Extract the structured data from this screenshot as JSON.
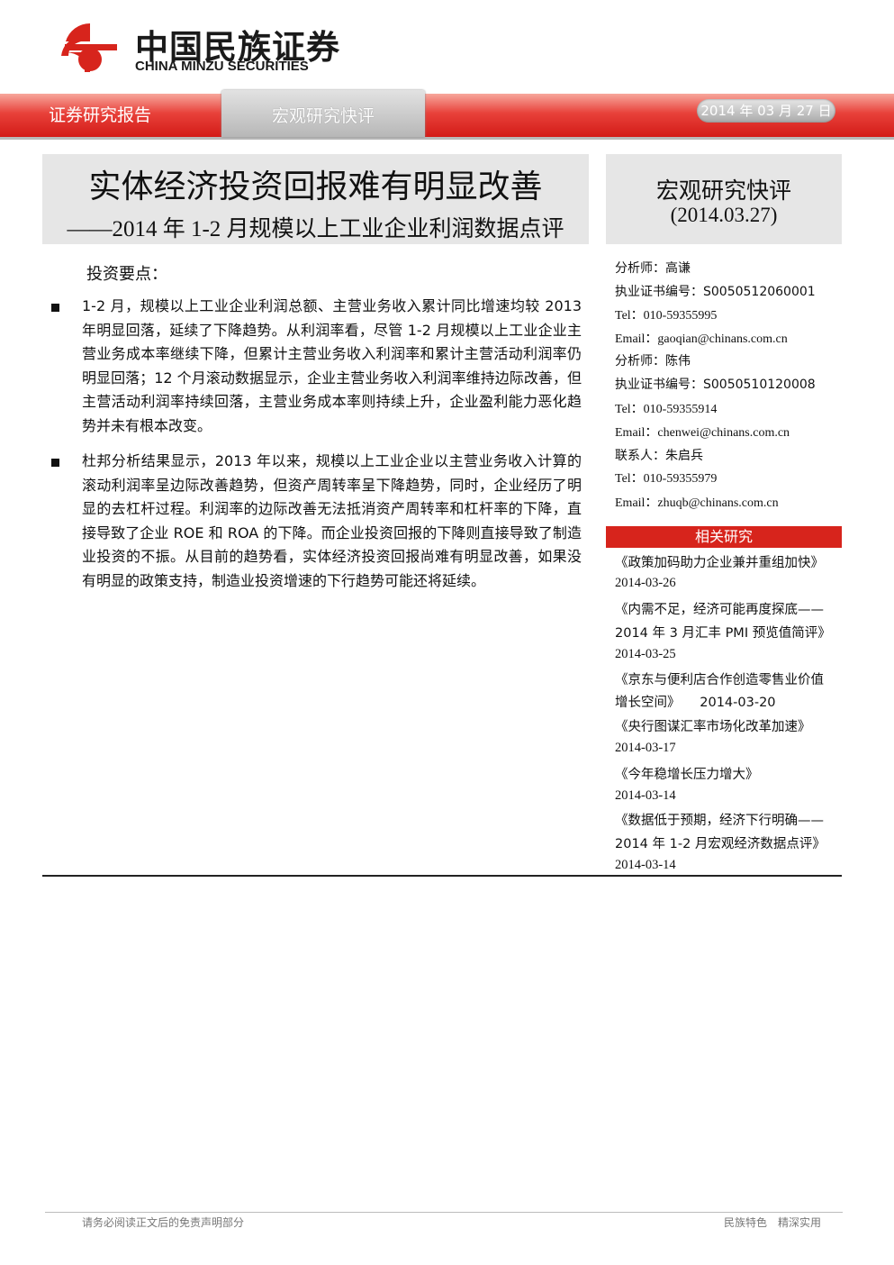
{
  "header": {
    "logo_cn": "中国民族证券",
    "logo_en": "CHINA MINZU SECURITIES",
    "tab_report": "证券研究报告",
    "tab_type": "宏观研究快评",
    "date": "2014 年 03 月 27 日",
    "colors": {
      "brand_red": "#d31b17",
      "tab_gray": "#bdbdbd"
    }
  },
  "title": {
    "main": "实体经济投资回报难有明显改善",
    "sub": "——2014 年 1-2 月规模以上工业企业利润数据点评"
  },
  "side_title": {
    "type": "宏观研究快评",
    "date": "(2014.03.27)"
  },
  "body": {
    "heading": "投资要点：",
    "paragraphs": [
      "1-2 月，规模以上工业企业利润总额、主营业务收入累计同比增速均较 2013 年明显回落，延续了下降趋势。从利润率看，尽管 1-2 月规模以上工业企业主营业务成本率继续下降，但累计主营业务收入利润率和累计主营活动利润率仍明显回落；12 个月滚动数据显示，企业主营业务收入利润率维持边际改善，但主营活动利润率持续回落，主营业务成本率则持续上升，企业盈利能力恶化趋势并未有根本改变。",
      "杜邦分析结果显示，2013 年以来，规模以上工业企业以主营业务收入计算的滚动利润率呈边际改善趋势，但资产周转率呈下降趋势，同时，企业经历了明显的去杠杆过程。利润率的边际改善无法抵消资产周转率和杠杆率的下降，直接导致了企业 ROE 和 ROA 的下降。而企业投资回报的下降则直接导致了制造业投资的不振。从目前的趋势看，实体经济投资回报尚难有明显改善，如果没有明显的政策支持，制造业投资增速的下行趋势可能还将延续。"
    ]
  },
  "analysts": [
    "分析师：高谦",
    "执业证书编号：S0050512060001",
    "Tel：010-59355995",
    "Email：gaoqian@chinans.com.cn",
    "分析师：陈伟",
    "执业证书编号：S0050510120008",
    "Tel：010-59355914",
    "Email：chenwei@chinans.com.cn",
    "联系人：朱启兵",
    "Tel：010-59355979",
    "Email：zhuqb@chinans.com.cn"
  ],
  "related": {
    "heading": "相关研究",
    "lines": [
      "《政策加码助力企业兼并重组加快》",
      "2014-03-26",
      "《内需不足，经济可能再度探底——",
      "2014 年 3 月汇丰 PMI 预览值简评》",
      "2014-03-25",
      "《京东与便利店合作创造零售业价值",
      "增长空间》　　2014-03-20",
      "《央行图谋汇率市场化改革加速》",
      "2014-03-17",
      "《今年稳增长压力增大》",
      "2014-03-14",
      "《数据低于预期，经济下行明确——",
      "2014 年 1-2 月宏观经济数据点评》",
      "2014-03-14"
    ]
  },
  "footer": {
    "left": "请务必阅读正文后的免责声明部分",
    "right": "民族特色　精深实用"
  }
}
